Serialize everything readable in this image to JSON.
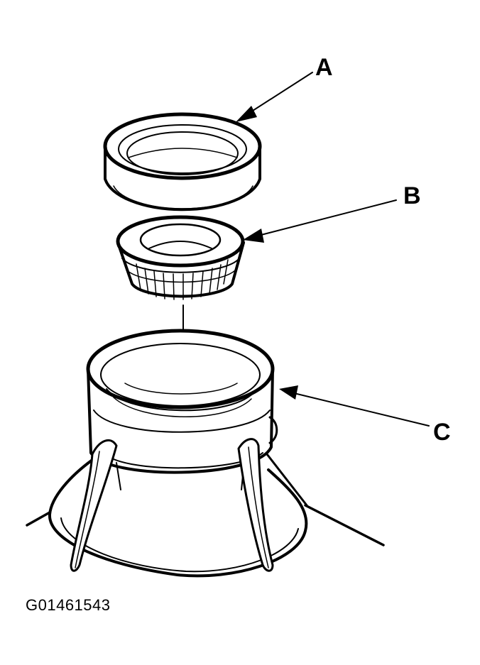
{
  "callouts": {
    "a": "A",
    "b": "B",
    "c": "C"
  },
  "caption": "G01461543",
  "colors": {
    "ink": "#000000",
    "paper": "#ffffff"
  }
}
